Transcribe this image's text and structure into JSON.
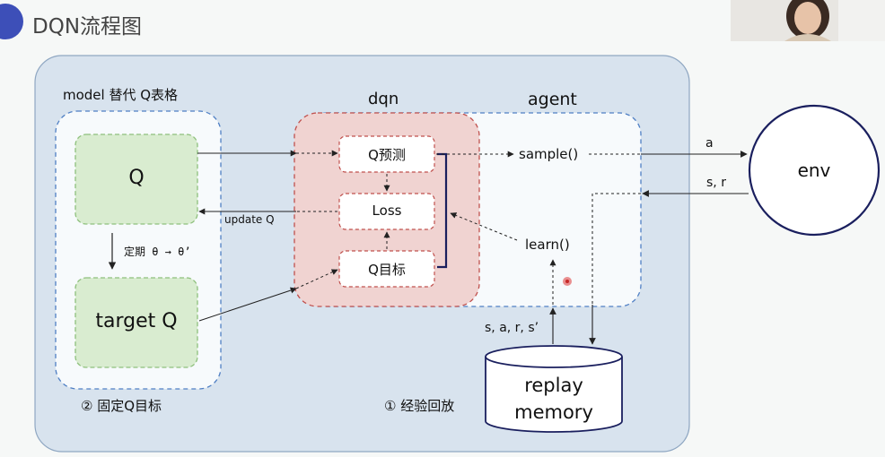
{
  "page": {
    "title": "DQN流程图"
  },
  "model": {
    "header": "model 替代  Q表格",
    "q_box": "Q",
    "target_box": "target Q",
    "sync_label": "定期 θ → θ’",
    "footer": "② 固定Q目标"
  },
  "dqn": {
    "header": "dqn",
    "predict": "Q预测",
    "loss": "Loss",
    "target": "Q目标",
    "update_label": "update Q"
  },
  "agent": {
    "header": "agent",
    "sample": "sample()",
    "learn": "learn()"
  },
  "env": {
    "label": "env",
    "action_label": "a",
    "obs_label": "s, r"
  },
  "replay": {
    "label_line1": "replay",
    "label_line2": "memory",
    "transition_label": "s, a, r, s’",
    "footer": "① 经验回放"
  },
  "colors": {
    "outer_panel": "#d8e3ee",
    "green_fill": "#d9ecd0",
    "green_border": "#8ec07c",
    "red_fill": "#f0d3d1",
    "red_border": "#c0504d",
    "blue_dash": "#4f7fc4"
  }
}
